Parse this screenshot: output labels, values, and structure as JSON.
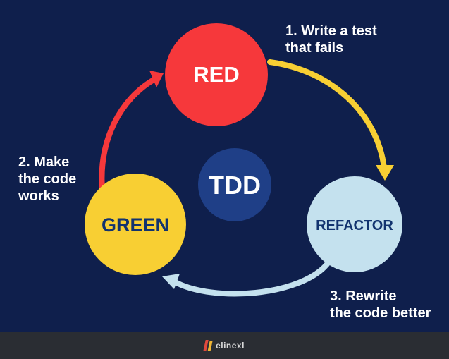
{
  "center": {
    "label": "TDD",
    "color": "#1f3f87"
  },
  "nodes": {
    "red": {
      "label": "RED",
      "color": "#f6383b",
      "text_color": "#ffffff"
    },
    "refactor": {
      "label": "REFACTOR",
      "color": "#c4e1ee",
      "text_color": "#12336f"
    },
    "green": {
      "label": "GREEN",
      "color": "#f8cf33",
      "text_color": "#12336f"
    }
  },
  "arrows": {
    "red_to_refactor": {
      "color": "#f8cf33"
    },
    "refactor_to_green": {
      "color": "#c4e1ee"
    },
    "green_to_red": {
      "color": "#f6383b"
    }
  },
  "steps": {
    "step1": "1. Write a test\nthat fails",
    "step2": "2. Make\nthe code\nworks",
    "step3": "3. Rewrite\nthe code better"
  },
  "footer": {
    "brand": "elinexl"
  }
}
